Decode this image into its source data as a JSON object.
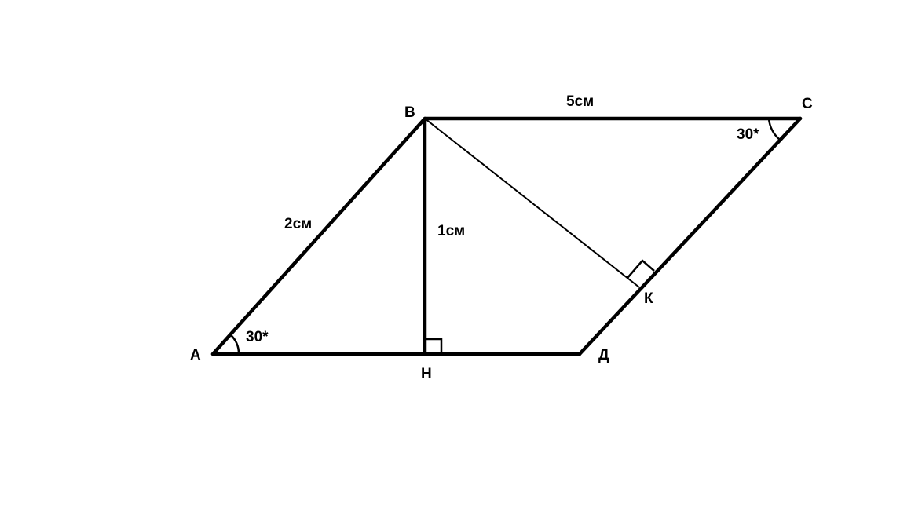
{
  "figure": {
    "stroke_color": "#000000",
    "background": "#ffffff",
    "vertices": {
      "A": "A",
      "B": "B",
      "C": "C",
      "D": "Д",
      "H": "Н",
      "K": "К"
    },
    "lengths": {
      "AB": "2см",
      "BC": "5см",
      "BH": "1см"
    },
    "angles": {
      "A": "30*",
      "C": "30*"
    }
  }
}
